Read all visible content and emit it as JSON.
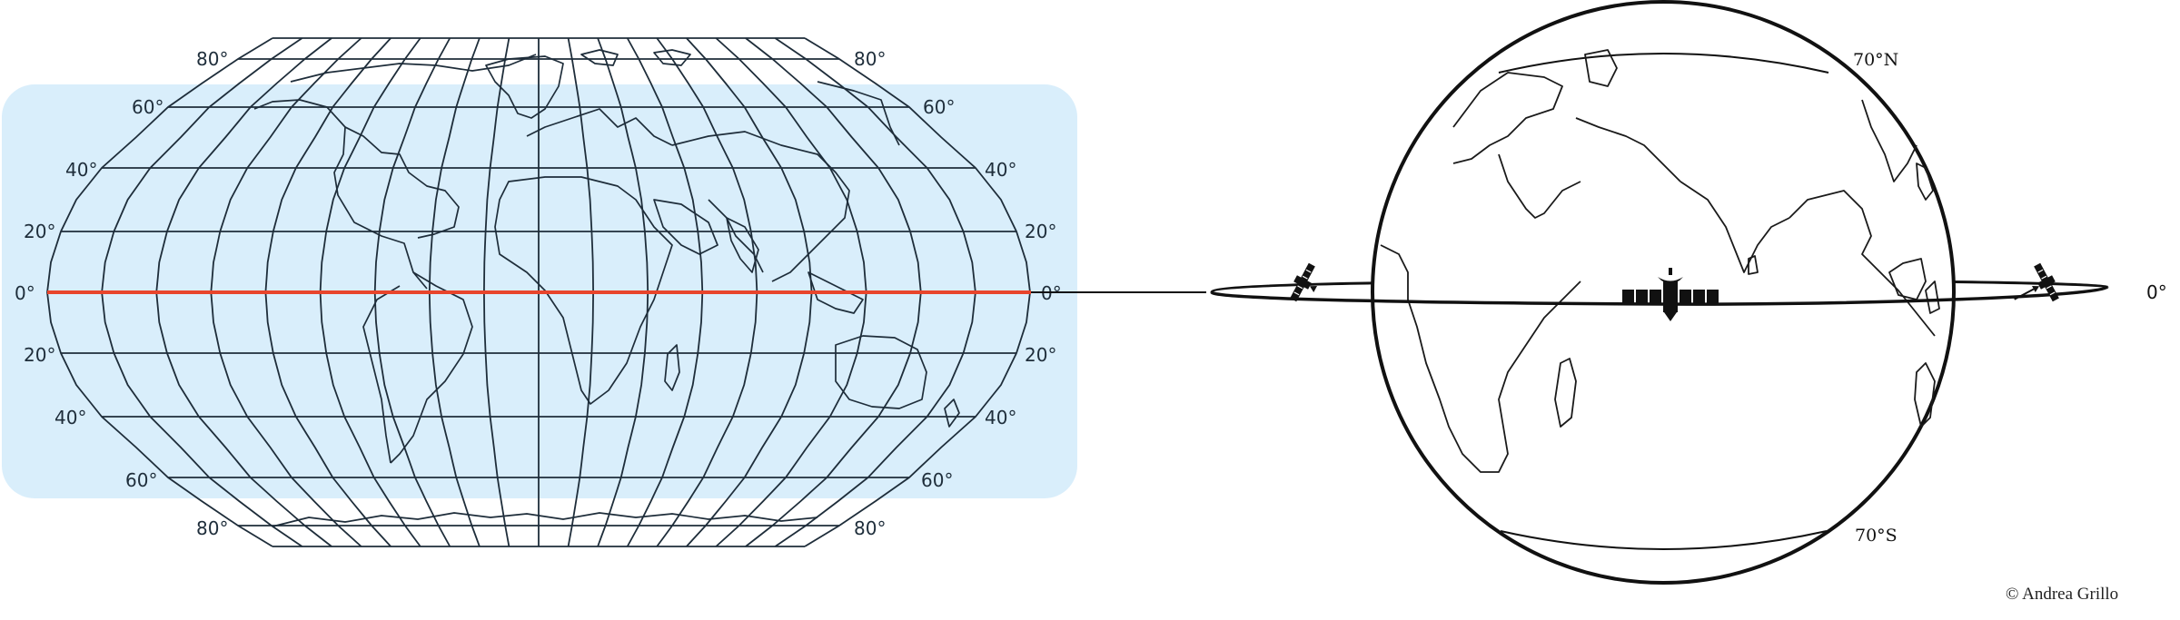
{
  "figure": {
    "left_panel": {
      "title": "World map projection with latitude graticule",
      "latitude_labels_left": [
        "80°",
        "60°",
        "40°",
        "20°",
        "0°",
        "20°",
        "40°",
        "60°",
        "80°"
      ],
      "latitude_labels_right": [
        "80°",
        "60°",
        "40°",
        "20°",
        "0°",
        "20°",
        "40°",
        "60°",
        "80°"
      ],
      "latitudes": [
        80,
        60,
        40,
        20,
        0,
        -20,
        -40,
        -60,
        -80
      ],
      "meridian_count": 19,
      "highlight_band": "60°N – 60°S",
      "equator_color": "#e8452c",
      "band_color": "#d9eefb",
      "line_color": "#1e2d3a"
    },
    "right_panel": {
      "title": "Globe with equatorial satellite orbit",
      "north_label": "70°N",
      "south_label": "70°S",
      "equator_label": "0°",
      "satellites": [
        "satellite-left",
        "satellite-center",
        "satellite-right"
      ]
    },
    "credit": "© Andrea Grillo"
  }
}
